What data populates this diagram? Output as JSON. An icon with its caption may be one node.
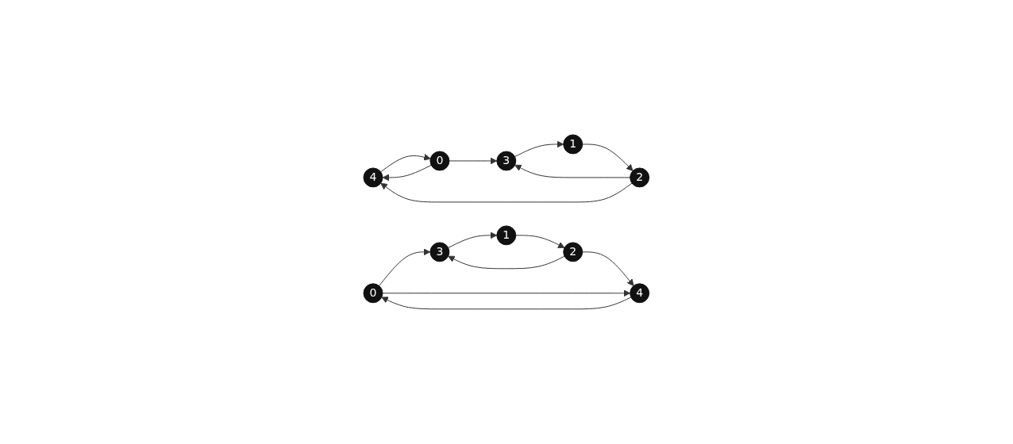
{
  "diagram": {
    "nodes": [
      {
        "text": [
          "4"
        ]
      },
      {
        "text": [
          "2"
        ]
      },
      {
        "text": [
          "0"
        ]
      },
      {
        "text": [
          "1"
        ]
      },
      {
        "text": [
          "3"
        ]
      },
      {
        "text": [
          "0"
        ]
      },
      {
        "text": [
          "3"
        ]
      },
      {
        "text": [
          "1"
        ]
      },
      {
        "text": [
          "2"
        ]
      },
      {
        "text": [
          "4"
        ]
      }
    ],
    "edges": [
      {
        "from": 1,
        "to": 0,
        "arrow": "to"
      },
      {
        "from": 0,
        "to": 2,
        "arrow": "to"
      },
      {
        "from": 2,
        "to": 0,
        "arrow": "to"
      },
      {
        "from": 2,
        "to": 4,
        "arrow": "to"
      },
      {
        "from": 4,
        "to": 3,
        "arrow": "to"
      },
      {
        "from": 3,
        "to": 1,
        "arrow": "to"
      },
      {
        "from": 1,
        "to": 4,
        "arrow": "to"
      },
      {
        "from": 5,
        "to": 6,
        "arrow": "to"
      },
      {
        "from": 6,
        "to": 7,
        "arrow": "to"
      },
      {
        "from": 7,
        "to": 8,
        "arrow": "to"
      },
      {
        "from": 8,
        "to": 9,
        "arrow": "to"
      },
      {
        "from": 8,
        "to": 6,
        "arrow": "to"
      },
      {
        "from": 9,
        "to": 5,
        "arrow": "to"
      },
      {
        "from": 5,
        "to": 9,
        "arrow": "to"
      }
    ]
  }
}
